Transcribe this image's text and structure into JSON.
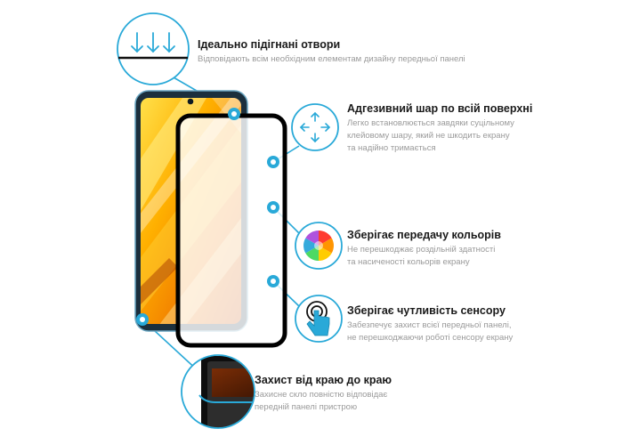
{
  "colors": {
    "accent": "#29a9d8",
    "phone_frame": "#111111",
    "title_text": "#1a1a1a",
    "description_text": "#9a9a9a"
  },
  "icons": [
    "arrows-down-icon",
    "move-arrows-icon",
    "color-wheel-icon",
    "touch-hand-icon",
    "edge-closeup-icon"
  ],
  "features": [
    {
      "id": "holes",
      "title": "Ідеально підігнані отвори",
      "description": [
        "Відповідають всім необхідним елементам дизайну передньої панелі"
      ]
    },
    {
      "id": "adhesive",
      "title": "Адгезивний шар по всій поверхні",
      "description": [
        "Легко встановлюється завдяки суцільному",
        "клейовому шару, який не шкодить екрану",
        "та надійно тримається"
      ]
    },
    {
      "id": "colors",
      "title": "Зберігає передачу кольорів",
      "description": [
        "Не перешкоджає роздільній здатності",
        "та насиченості кольорів екрану"
      ]
    },
    {
      "id": "sensor",
      "title": "Зберігає чутливість сенсору",
      "description": [
        "Забезпечує захист всієї передньої панелі,",
        "не перешкоджаючи роботі сенсору екрану"
      ]
    },
    {
      "id": "edge",
      "title": "Захист від краю до краю",
      "description": [
        "Захисне скло повністю відповідає",
        "передній панелі пристрою"
      ]
    }
  ]
}
